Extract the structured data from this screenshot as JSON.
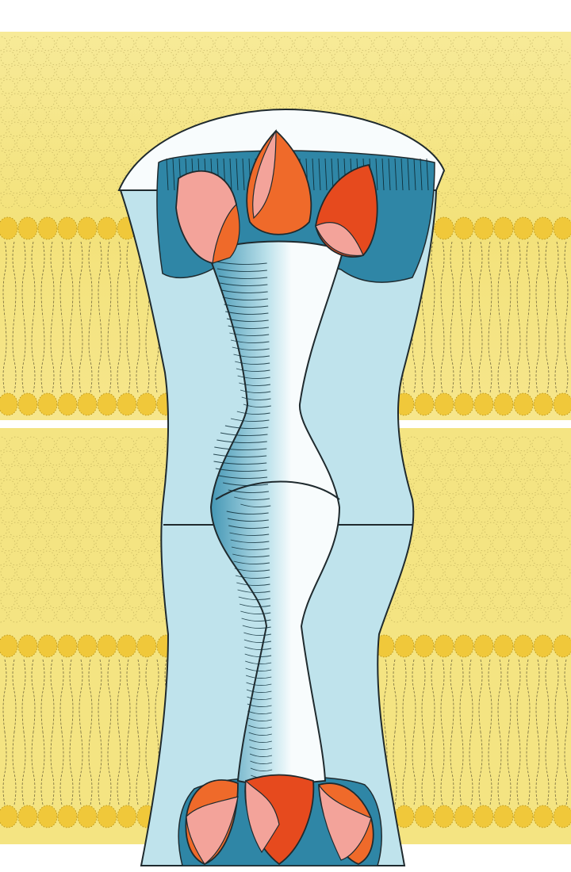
{
  "illustration": {
    "colors": {
      "background": "#ffffff",
      "lipid_yellow": "#f3e27a",
      "lipid_head": "#f0c83a",
      "lipid_outline": "#b08a10",
      "channel_light_blue": "#bfe3ec",
      "channel_dark_blue": "#2f86a6",
      "pore_white": "#f8fcfd",
      "petal_pink": "#f3a39a",
      "petal_orange": "#ef6a2a",
      "petal_red": "#e64a1e",
      "ink": "#1f2a2e"
    },
    "elements": [
      "membrane-upper",
      "membrane-lower",
      "channel-protein",
      "pore",
      "upper-petals",
      "lower-petals"
    ]
  }
}
